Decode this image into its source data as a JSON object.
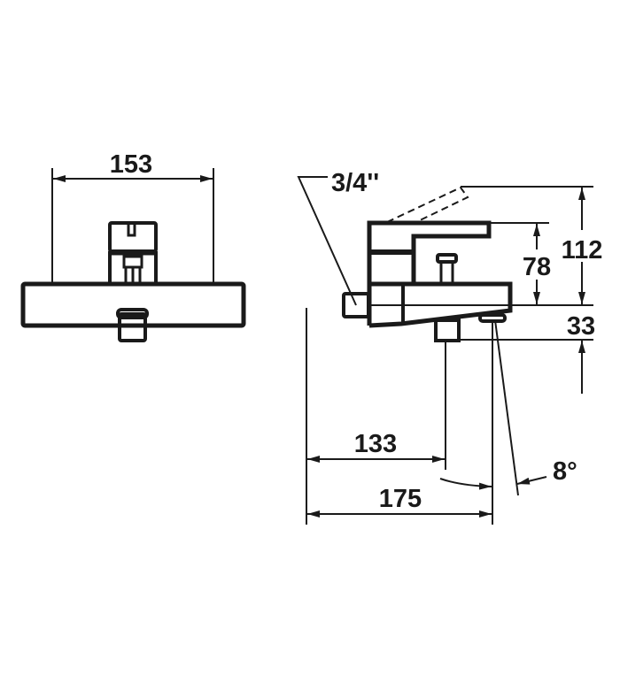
{
  "front_view": {
    "width_dimension": "153"
  },
  "side_view": {
    "connection_size": "3/4''",
    "height_total": "112",
    "height_lever": "78",
    "height_below": "33",
    "depth_inlet": "133",
    "depth_total": "175",
    "spout_angle": "8°"
  },
  "colors": {
    "line": "#1a1a1a",
    "background": "#ffffff"
  }
}
